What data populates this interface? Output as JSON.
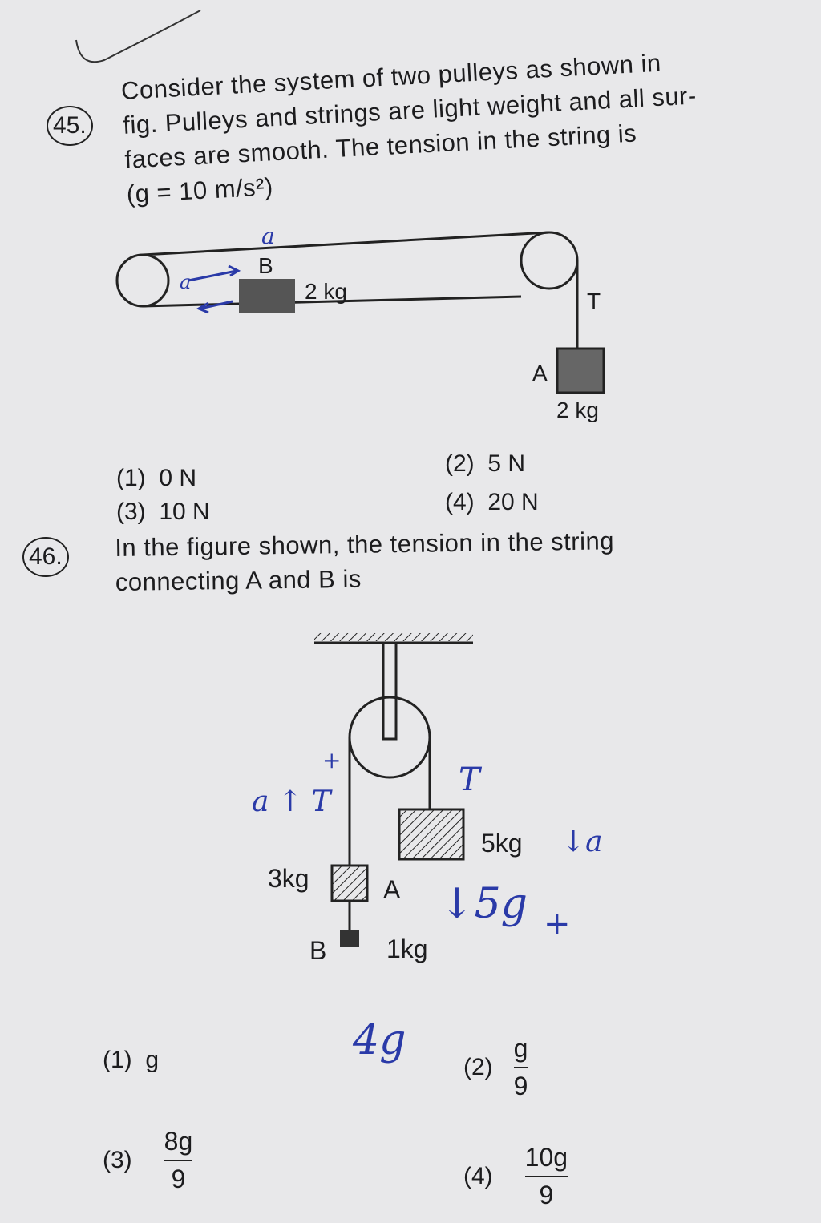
{
  "q45": {
    "number": "45.",
    "lines": [
      "Consider the system of two pulleys as shown in",
      "fig. Pulleys and strings are light weight and all sur-",
      "faces are smooth. The tension in the string is",
      "(g = 10 m/s²)"
    ],
    "figure": {
      "block_b_label": "B",
      "block_b_mass": "2 kg",
      "tension_label": "T",
      "block_a_label": "A",
      "block_a_mass": "2 kg"
    },
    "annotations": {
      "a_top": "a",
      "a_left": "a"
    },
    "options": [
      {
        "num": "(1)",
        "text": "0 N"
      },
      {
        "num": "(2)",
        "text": "5 N"
      },
      {
        "num": "(3)",
        "text": "10 N"
      },
      {
        "num": "(4)",
        "text": "20 N"
      }
    ]
  },
  "q46": {
    "number": "46.",
    "lines": [
      "In the figure shown, the tension in the string",
      "connecting A and B is"
    ],
    "figure": {
      "mass_5": "5kg",
      "mass_3": "3kg",
      "label_a": "A",
      "label_b": "B",
      "mass_1": "1kg"
    },
    "annotations": {
      "a_up": "a ↑ T",
      "plus_top": "+",
      "t_right": "T",
      "a_right": "↓a",
      "five_g": "↓5g",
      "plus_right": "+",
      "four_g": "4g"
    },
    "options": [
      {
        "num": "(1)",
        "text": "g"
      },
      {
        "num": "(2)",
        "numer": "g",
        "denom": "9"
      },
      {
        "num": "(3)",
        "numer": "8g",
        "denom": "9"
      },
      {
        "num": "(4)",
        "numer": "10g",
        "denom": "9"
      }
    ]
  }
}
